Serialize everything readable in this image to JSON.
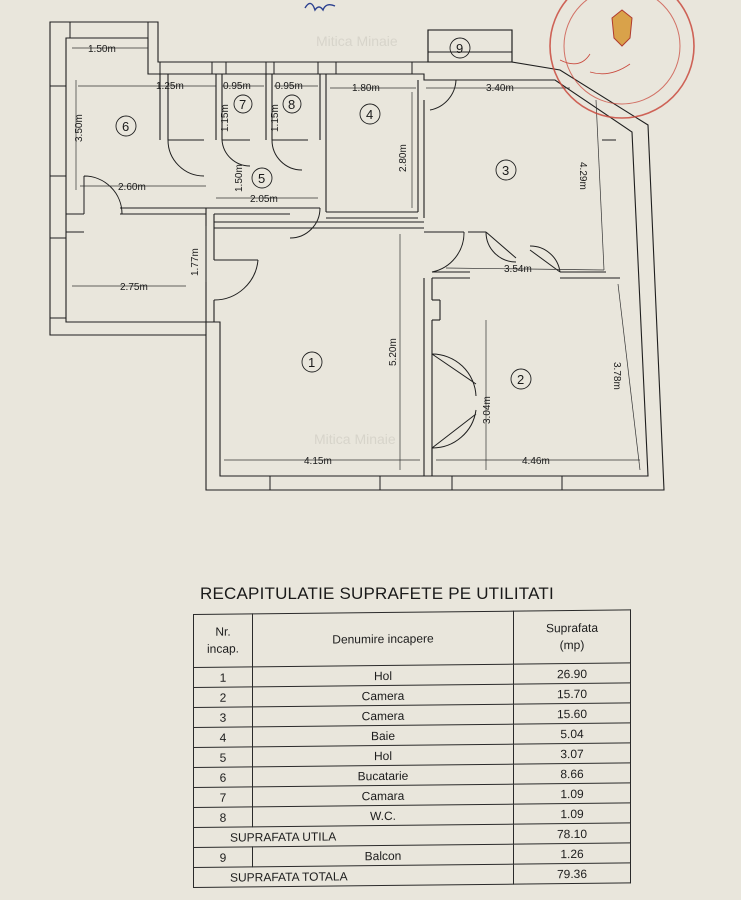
{
  "plan": {
    "watermark": "Mitica Minaie",
    "rooms": [
      {
        "num": "1"
      },
      {
        "num": "2"
      },
      {
        "num": "3"
      },
      {
        "num": "4"
      },
      {
        "num": "5"
      },
      {
        "num": "6"
      },
      {
        "num": "7"
      },
      {
        "num": "8"
      },
      {
        "num": "9"
      }
    ],
    "dimensions": {
      "d_150": "1.50m",
      "d_125": "1.25m",
      "d_095a": "0.95m",
      "d_095b": "0.95m",
      "d_180": "1.80m",
      "d_340": "3.40m",
      "d_350": "3.50m",
      "d_115a": "1.15m",
      "d_115b": "1.15m",
      "d_280": "2.80m",
      "d_429": "4.29m",
      "d_260": "2.60m",
      "d_150b": "1.50m",
      "d_205": "2.05m",
      "d_177": "1.77m",
      "d_275": "2.75m",
      "d_354": "3.54m",
      "d_520": "5.20m",
      "d_304": "3.04m",
      "d_378": "3.78m",
      "d_415": "4.15m",
      "d_446": "4.46m"
    }
  },
  "table": {
    "title": "RECAPITULATIE SUPRAFETE PE UTILITATI",
    "headers": {
      "nr": "Nr.\nincap.",
      "denumire": "Denumire incapere",
      "suprafata": "Suprafata\n(mp)"
    },
    "rows": [
      {
        "nr": "1",
        "name": "Hol",
        "area": "26.90"
      },
      {
        "nr": "2",
        "name": "Camera",
        "area": "15.70"
      },
      {
        "nr": "3",
        "name": "Camera",
        "area": "15.60"
      },
      {
        "nr": "4",
        "name": "Baie",
        "area": "5.04"
      },
      {
        "nr": "5",
        "name": "Hol",
        "area": "3.07"
      },
      {
        "nr": "6",
        "name": "Bucatarie",
        "area": "8.66"
      },
      {
        "nr": "7",
        "name": "Camara",
        "area": "1.09"
      },
      {
        "nr": "8",
        "name": "W.C.",
        "area": "1.09"
      }
    ],
    "util": {
      "label": "SUPRAFATA UTILA",
      "area": "78.10"
    },
    "balcon": {
      "nr": "9",
      "name": "Balcon",
      "area": "1.26"
    },
    "total": {
      "label": "SUPRAFATA TOTALA",
      "area": "79.36"
    }
  }
}
